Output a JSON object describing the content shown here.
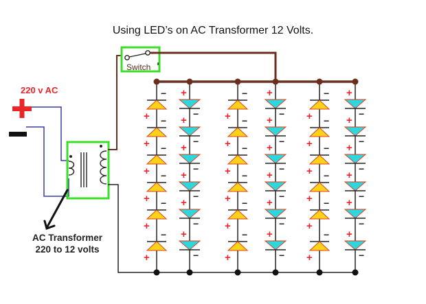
{
  "title": "Using LED’s on AC Transformer 12 Volts.",
  "source": {
    "label": "220 v AC",
    "positive_symbol": "+",
    "negative_symbol": "−"
  },
  "transformer": {
    "label_line1": "AC Transformer",
    "label_line2": "220 to 12 volts"
  },
  "switch": {
    "label": "Switch"
  },
  "led_array": {
    "columns": [
      {
        "type": "forward",
        "color": "#ffd21a",
        "leds": 6
      },
      {
        "type": "reverse",
        "color": "#2fd6de",
        "leds": 6
      },
      {
        "type": "forward",
        "color": "#ffd21a",
        "leds": 6
      },
      {
        "type": "reverse",
        "color": "#2fd6de",
        "leds": 6
      },
      {
        "type": "forward",
        "color": "#ffd21a",
        "leds": 6
      },
      {
        "type": "reverse",
        "color": "#2fd6de",
        "leds": 6
      }
    ],
    "plus": "+",
    "minus": "−"
  },
  "colors": {
    "wire_top": "#6b2e1e",
    "wire_input": "#3a3aa8",
    "wire_bottom": "#222222",
    "highlight_box": "#3cdc2a",
    "polarity_plus": "#e8262a",
    "led_outline": "#e0401a"
  }
}
